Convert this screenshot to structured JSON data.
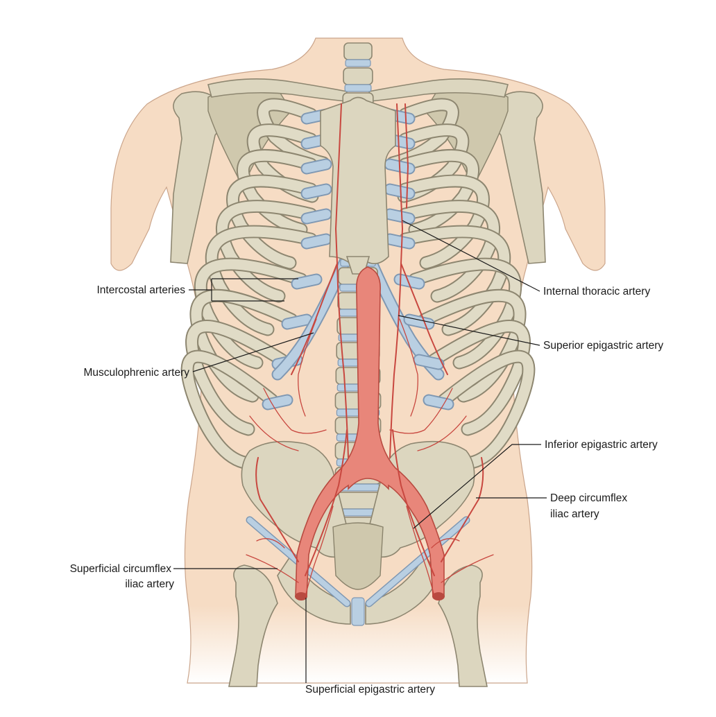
{
  "labels": {
    "intercostal": "Intercostal arteries",
    "musculophrenic": "Musculophrenic artery",
    "internal_thoracic": "Internal thoracic artery",
    "superior_epigastric": "Superior epigastric artery",
    "inferior_epigastric": "Inferior epigastric artery",
    "deep_circumflex_1": "Deep circumflex",
    "deep_circumflex_2": "iliac artery",
    "superficial_circumflex_1": "Superficial circumflex",
    "superficial_circumflex_2": "iliac artery",
    "superficial_epigastric": "Superficial epigastric artery"
  },
  "colors": {
    "skin": "#f6dcc4",
    "bone": "#dcd6bf",
    "cartilage": "#b9cfe2",
    "artery": "#c8473f",
    "aorta": "#e8867a"
  }
}
